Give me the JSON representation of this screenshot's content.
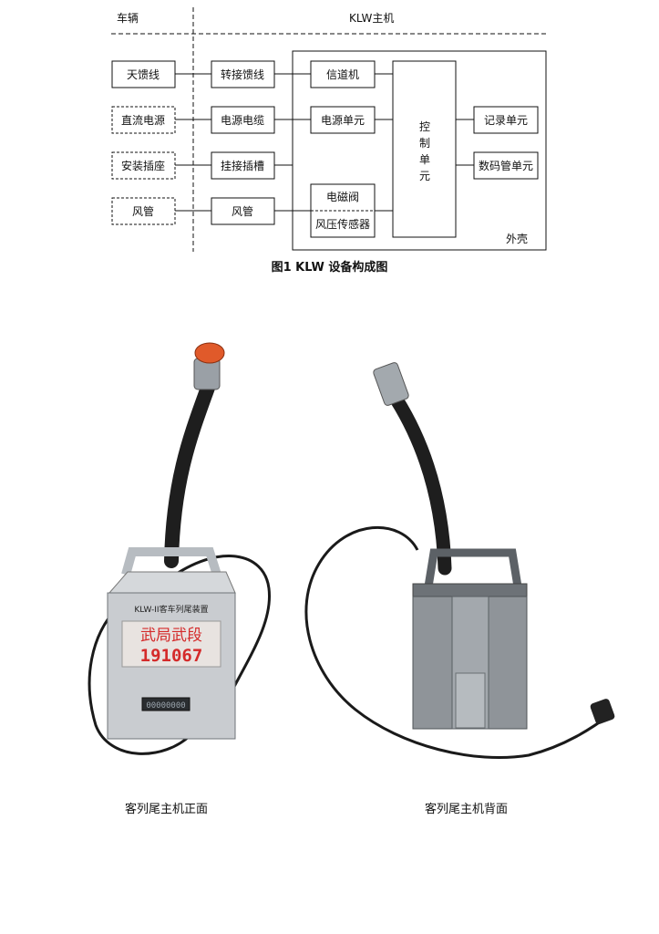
{
  "diagram": {
    "header_left": "车辆",
    "header_right": "KLW主机",
    "vehicle_boxes": [
      "天馈线",
      "直流电源",
      "安装插座",
      "风管"
    ],
    "interface_boxes": [
      "转接馈线",
      "电源电缆",
      "挂接插槽",
      "风管"
    ],
    "inner_boxes": {
      "channel": "信道机",
      "power_unit": "电源单元",
      "valve": "电磁阀",
      "sensor": "风压传感器"
    },
    "control_unit": [
      "控",
      "制",
      "单",
      "元"
    ],
    "right_boxes": [
      "记录单元",
      "数码管单元"
    ],
    "shell_label": "外壳"
  },
  "figure_caption": "图1  KLW 设备构成图",
  "photos": {
    "front": {
      "plate_title": "KLW-II客车列尾装置",
      "display_line1": "武局武段",
      "display_line2": "191067",
      "lcd": "00000000",
      "caption": "客列尾主机正面"
    },
    "back": {
      "caption": "客列尾主机背面"
    }
  },
  "colors": {
    "line": "#111111",
    "display_red": "#d42a2a",
    "body_silver": "#c9ccd0",
    "body_gray": "#8f9499",
    "hose": "#1e1e1e",
    "fitting_orange": "#e05a2a"
  }
}
